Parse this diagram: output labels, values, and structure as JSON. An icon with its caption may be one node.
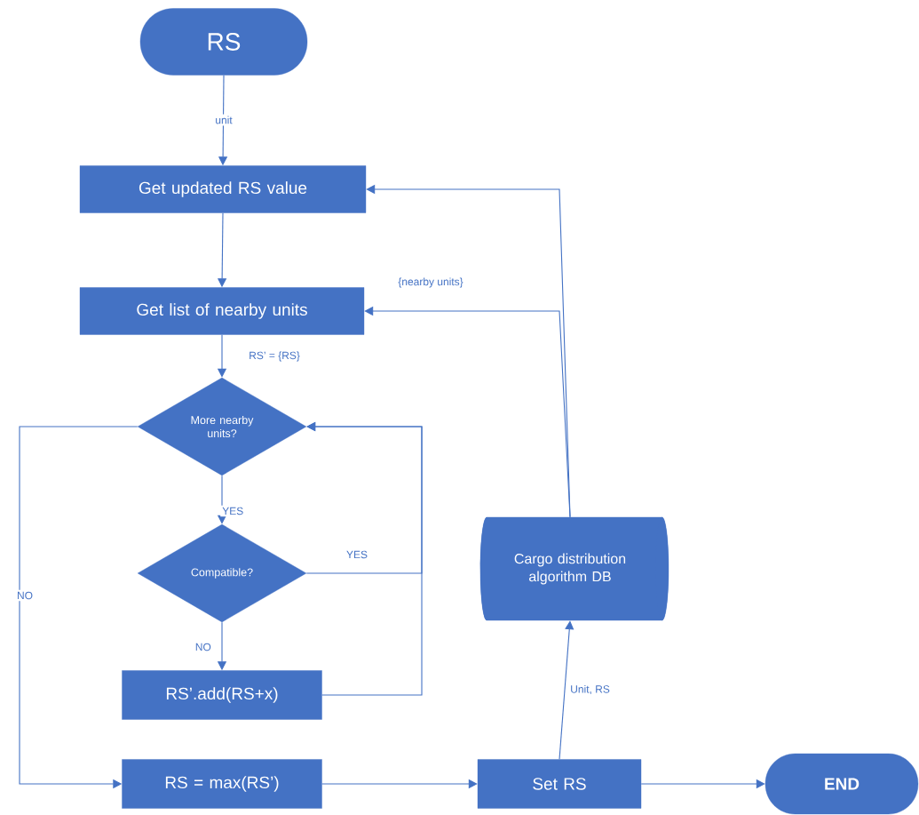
{
  "diagram": {
    "nodes": [
      {
        "text": [
          "RS"
        ]
      },
      {
        "text": [
          "Get updated RS value"
        ]
      },
      {
        "text": [
          "Get list of nearby units"
        ]
      },
      {
        "text": [
          "More nearby units?"
        ]
      },
      {
        "text": [
          "Compatible?"
        ]
      },
      {
        "text": [
          "RS’.add(RS+x)"
        ]
      },
      {
        "text": [
          "RS = max(RS’)"
        ]
      },
      {
        "text": [
          "Set RS"
        ]
      },
      {
        "text": [
          "END"
        ]
      },
      {
        "text": [
          "Cargo distribution algorithm DB"
        ]
      }
    ],
    "edges": [
      {
        "from": 0,
        "to": 1,
        "arrow": "to",
        "label": "unit"
      },
      {
        "from": 1,
        "to": 2,
        "arrow": "to"
      },
      {
        "from": 2,
        "to": 3,
        "arrow": "to",
        "label": "RS’ = {RS}"
      },
      {
        "from": 3,
        "to": 4,
        "arrow": "to",
        "label": "YES"
      },
      {
        "from": 4,
        "to": 5,
        "arrow": "to",
        "label": "NO"
      },
      {
        "from": 4,
        "to": 3,
        "arrow": "to",
        "label": "YES"
      },
      {
        "from": 5,
        "to": 3,
        "arrow": "to"
      },
      {
        "from": 3,
        "to": 6,
        "arrow": "to",
        "label": "NO"
      },
      {
        "from": 6,
        "to": 7,
        "arrow": "to"
      },
      {
        "from": 7,
        "to": 8,
        "arrow": "to"
      },
      {
        "from": 7,
        "to": 9,
        "arrow": "to",
        "label": "Unit, RS"
      },
      {
        "from": 9,
        "to": 1,
        "arrow": "to"
      },
      {
        "from": 9,
        "to": 2,
        "arrow": "to",
        "label": "{nearby units}"
      }
    ]
  }
}
